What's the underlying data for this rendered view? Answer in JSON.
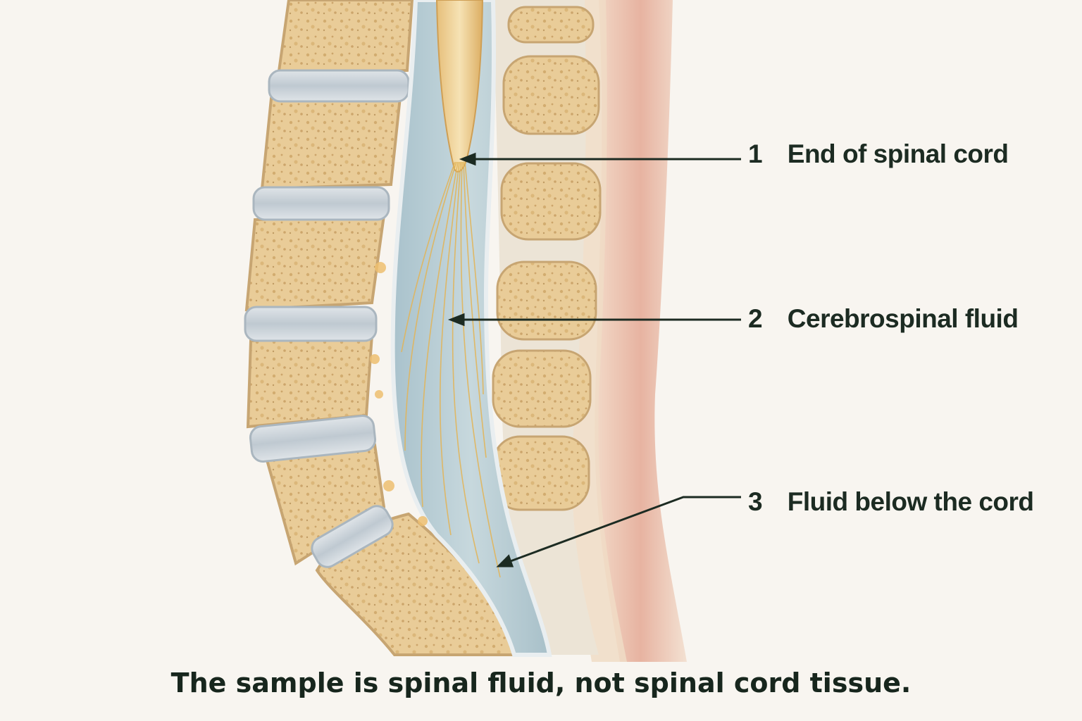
{
  "labels": [
    {
      "number": "1",
      "text": "End of spinal cord"
    },
    {
      "number": "2",
      "text": "Cerebrospinal fluid"
    },
    {
      "number": "3",
      "text": "Fluid below the cord"
    }
  ],
  "caption": "The sample is spinal fluid, not spinal cord tissue.",
  "colors": {
    "background": "#f8f5f0",
    "bone": "#ecd2a4",
    "disc": "#c9d2d8",
    "csf": "#b9ccd3",
    "nerve": "#e6b85c",
    "skin": "#e8b4a4",
    "text": "#1c2b22"
  }
}
